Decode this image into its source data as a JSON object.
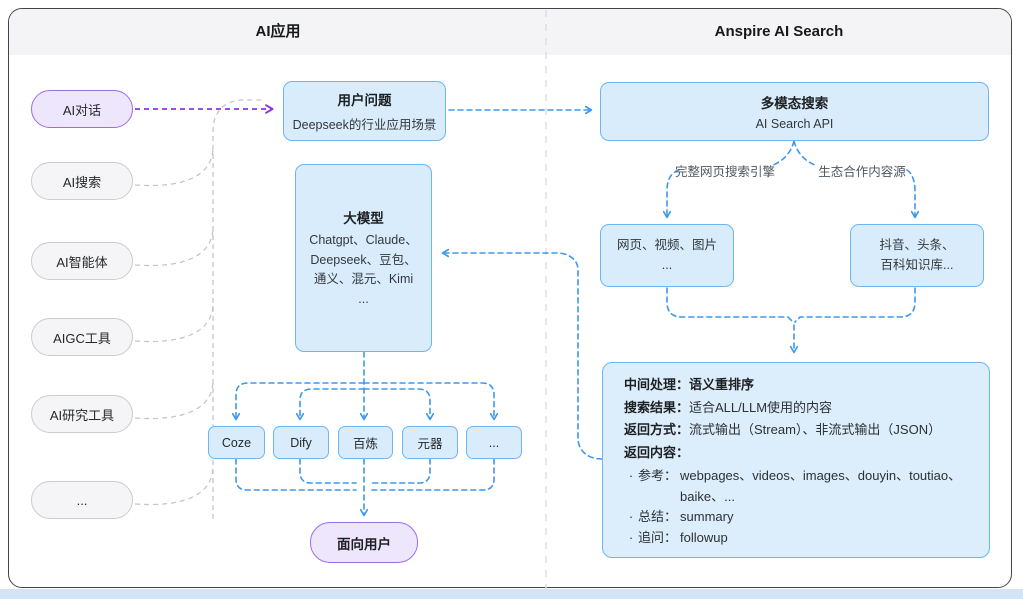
{
  "colors": {
    "accent_blue": "#3d98ee",
    "node_blue_fill": "#d9ecfb",
    "node_blue_border": "#6db6f1",
    "accent_purple": "#8b35e6",
    "purple_fill": "#eee6fd",
    "purple_border": "#9c6ceb",
    "gray_fill": "#f5f5f7",
    "gray_border": "#cbcbd0",
    "header_bg": "#f4f4f6",
    "page_strip": "#d5e3f6"
  },
  "header": {
    "left_title": "AI应用",
    "right_title": "Anspire AI Search"
  },
  "left_pills": [
    {
      "label": "AI对话"
    },
    {
      "label": "AI搜索"
    },
    {
      "label": "AI智能体"
    },
    {
      "label": "AIGC工具"
    },
    {
      "label": "AI研究工具"
    },
    {
      "label": "..."
    }
  ],
  "user_question": {
    "title": "用户问题",
    "subtitle": "Deepseek的行业应用场景"
  },
  "llm_box": {
    "title": "大模型",
    "line1": "Chatgpt、Claude、",
    "line2": "Deepseek、豆包、",
    "line3": "通义、混元、Kimi",
    "line4": "..."
  },
  "platforms": [
    {
      "label": "Coze"
    },
    {
      "label": "Dify"
    },
    {
      "label": "百炼"
    },
    {
      "label": "元器"
    },
    {
      "label": "..."
    }
  ],
  "to_user": {
    "label": "面向用户"
  },
  "search_box": {
    "title": "多模态搜索",
    "subtitle": "AI Search API"
  },
  "branch_labels": {
    "left": "完整网页搜索引擎",
    "right": "生态合作内容源"
  },
  "web_sources": {
    "line1": "网页、视频、图片",
    "line2": "..."
  },
  "eco_sources": {
    "line1": "抖音、头条、",
    "line2": "百科知识库..."
  },
  "result_box": {
    "bullet_char": "·",
    "rows": [
      {
        "label": "中间处理：",
        "value": "语义重排序"
      },
      {
        "label": "搜索结果：",
        "value": "适合ALL/LLM使用的内容"
      },
      {
        "label": "返回方式：",
        "value": "流式输出（Stream）、非流式输出（JSON）"
      },
      {
        "label": "返回内容：",
        "value": ""
      }
    ],
    "bullets": [
      {
        "label": "参考：",
        "value": "webpages、videos、images、douyin、toutiao、",
        "value2": "baike、..."
      },
      {
        "label": "总结：",
        "value": "summary",
        "value2": ""
      },
      {
        "label": "追问：",
        "value": "followup",
        "value2": ""
      }
    ]
  }
}
